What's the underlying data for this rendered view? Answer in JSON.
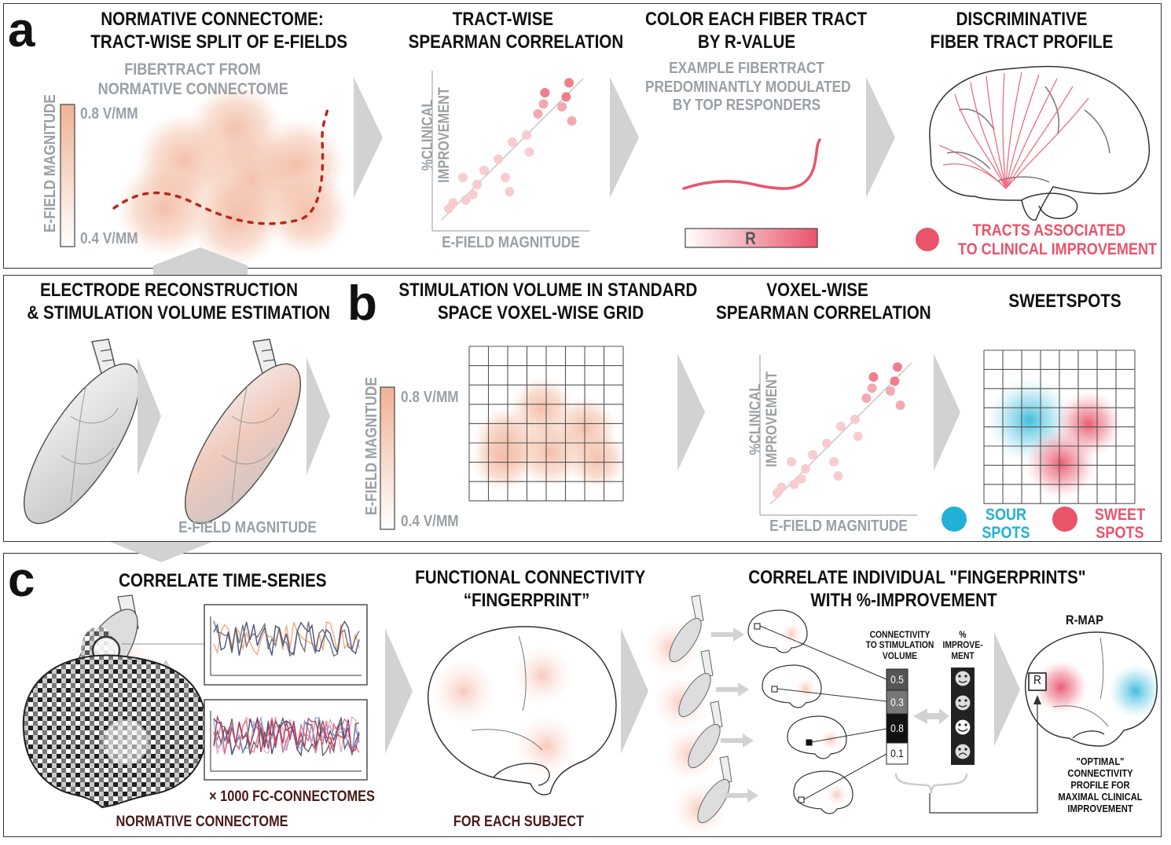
{
  "panels": {
    "a": {
      "letter": "a",
      "titles": [
        "NORMATIVE CONNECTOME:\nTRACT-WISE SPLIT OF E-FIELDS",
        "TRACT-WISE\nSPEARMAN CORRELATION",
        "COLOR EACH FIBER TRACT\nBY R-VALUE",
        "DISCRIMINATIVE\nFIBER TRACT PROFILE"
      ],
      "fibertract_label": "FIBERTRACT FROM\nNORMATIVE CONNECTOME",
      "colorbar_label": "E-FIELD MAGNITUDE",
      "colorbar_max": "0.8 V/MM",
      "colorbar_min": "0.4 V/MM",
      "scatter_ylabel": "%CLINICAL\nIMPROVEMENT",
      "scatter_xlabel": "E-FIELD MAGNITUDE",
      "example_label": "EXAMPLE FIBERTRACT\nPREDOMINANTLY MODULATED\nBY TOP RESPONDERS",
      "r_label": "R",
      "legend_text": "TRACTS ASSOCIATED\nTO CLINICAL IMPROVEMENT"
    },
    "b": {
      "letter": "b",
      "left_title": "ELECTRODE RECONSTRUCTION\n& STIMULATION VOLUME ESTIMATION",
      "titles": [
        "STIMULATION VOLUME IN STANDARD\nSPACE VOXEL-WISE GRID",
        "VOXEL-WISE\nSPEARMAN CORRELATION",
        "SWEETSPOTS"
      ],
      "efield_label": "E-FIELD MAGNITUDE",
      "colorbar_label": "E-FIELD MAGNITUDE",
      "colorbar_max": "0.8 V/MM",
      "colorbar_min": "0.4 V/MM",
      "scatter_ylabel": "%CLINICAL\nIMPROVEMENT",
      "scatter_xlabel": "E-FIELD MAGNITUDE",
      "sour_label": "SOUR\nSPOTS",
      "sweet_label": "SWEET\nSPOTS"
    },
    "c": {
      "letter": "c",
      "titles": [
        "CORRELATE TIME-SERIES",
        "FUNCTIONAL CONNECTIVITY\n“FINGERPRINT”",
        "CORRELATE INDIVIDUAL \"FINGERPRINTS\"\nWITH %-IMPROVEMENT"
      ],
      "fc_label": "× 1000 FC-CONNECTOMES",
      "normative_label": "NORMATIVE CONNECTOME",
      "each_subject": "FOR EACH SUBJECT",
      "conn_header": "CONNECTIVITY\nTO STIMULATION\nVOLUME",
      "imp_header": "%\nIMPROVE-\nMENT",
      "conn_values": [
        "0.5",
        "0.3",
        "0.8",
        "0.1"
      ],
      "rmap_label": "R-MAP",
      "r_box": "R",
      "optimal_label": "\"OPTIMAL\"\nCONNECTIVITY\nPROFILE FOR\nMAXIMAL CLINICAL\nIMPROVEMENT"
    }
  },
  "colors": {
    "efield": "#f2b8a0",
    "pink": "#e9546b",
    "blue": "#1fb1d6",
    "gray": "#9aa0a5",
    "dark_red": "#b52a1c"
  },
  "chart_data": [
    {
      "type": "scatter",
      "xlabel": "E-FIELD MAGNITUDE",
      "ylabel": "%CLINICAL IMPROVEMENT",
      "points": [
        [
          0.05,
          0.08
        ],
        [
          0.08,
          0.12
        ],
        [
          0.17,
          0.14
        ],
        [
          0.22,
          0.18
        ],
        [
          0.25,
          0.25
        ],
        [
          0.15,
          0.3
        ],
        [
          0.3,
          0.35
        ],
        [
          0.4,
          0.43
        ],
        [
          0.45,
          0.3
        ],
        [
          0.5,
          0.55
        ],
        [
          0.48,
          0.2
        ],
        [
          0.62,
          0.48
        ],
        [
          0.6,
          0.6
        ],
        [
          0.68,
          0.75
        ],
        [
          0.72,
          0.82
        ],
        [
          0.85,
          0.8
        ],
        [
          0.88,
          0.87
        ],
        [
          0.92,
          0.7
        ],
        [
          0.73,
          0.9
        ],
        [
          0.9,
          0.97
        ]
      ]
    },
    {
      "type": "scatter",
      "xlabel": "E-FIELD MAGNITUDE",
      "ylabel": "%CLINICAL IMPROVEMENT",
      "points": [
        [
          0.05,
          0.08
        ],
        [
          0.08,
          0.12
        ],
        [
          0.17,
          0.14
        ],
        [
          0.22,
          0.18
        ],
        [
          0.25,
          0.25
        ],
        [
          0.15,
          0.3
        ],
        [
          0.3,
          0.35
        ],
        [
          0.4,
          0.43
        ],
        [
          0.45,
          0.3
        ],
        [
          0.5,
          0.55
        ],
        [
          0.48,
          0.2
        ],
        [
          0.62,
          0.48
        ],
        [
          0.6,
          0.6
        ],
        [
          0.68,
          0.75
        ],
        [
          0.72,
          0.82
        ],
        [
          0.85,
          0.8
        ],
        [
          0.88,
          0.87
        ],
        [
          0.92,
          0.7
        ],
        [
          0.73,
          0.9
        ],
        [
          0.9,
          0.97
        ]
      ]
    }
  ]
}
